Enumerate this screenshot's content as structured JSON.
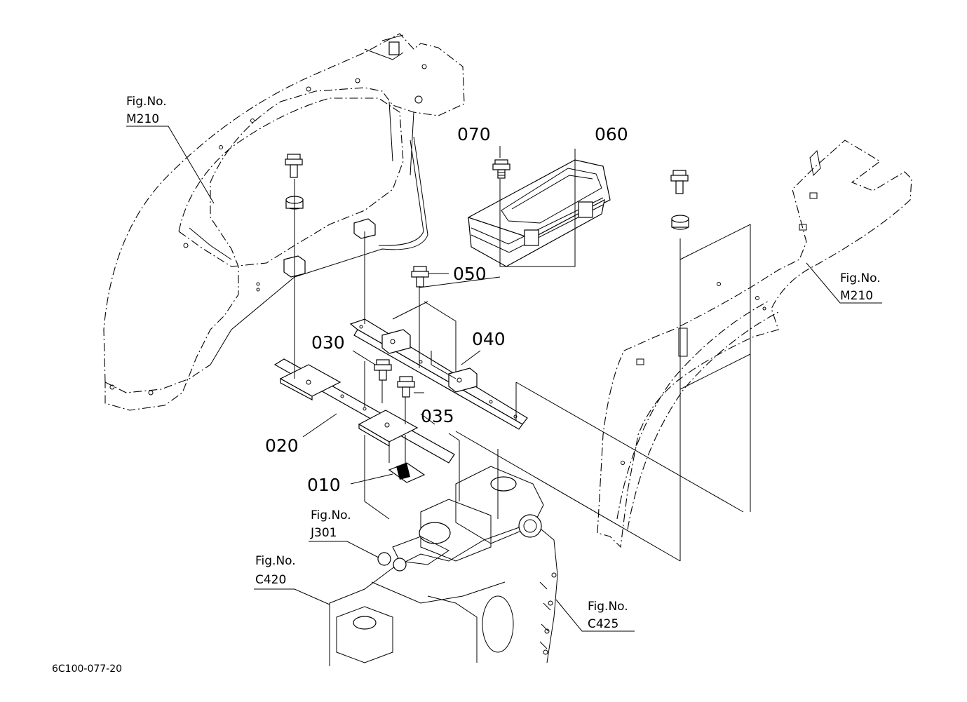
{
  "parts": {
    "p010": "010",
    "p020": "020",
    "p030": "030",
    "p035": "035",
    "p040": "040",
    "p050": "050",
    "p060": "060",
    "p070": "070"
  },
  "refs": {
    "m210_left": {
      "line1": "Fig.No.",
      "line2": "M210"
    },
    "m210_right": {
      "line1": "Fig.No.",
      "line2": "M210"
    },
    "j301": {
      "line1": "Fig.No.",
      "line2": "J301"
    },
    "c420": {
      "line1": "Fig.No.",
      "line2": "C420"
    },
    "c425": {
      "line1": "Fig.No.",
      "line2": "C425"
    }
  },
  "drawing_code": "6C100-077-20"
}
